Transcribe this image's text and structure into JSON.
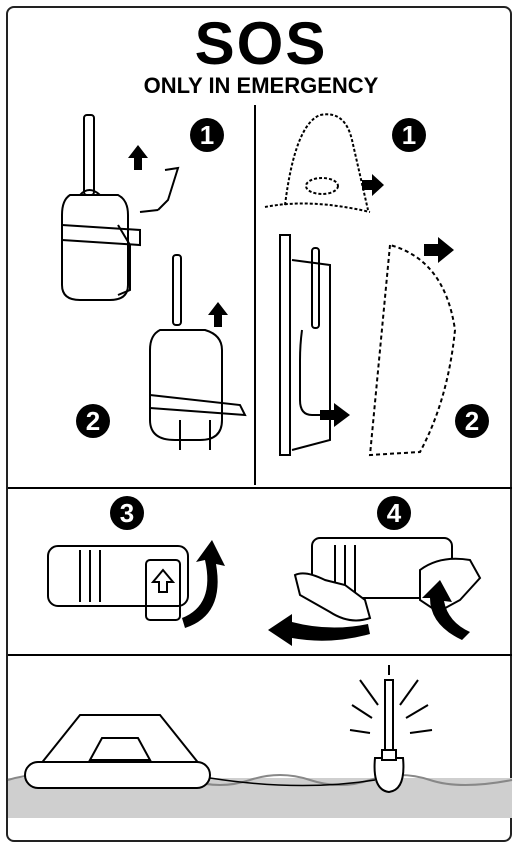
{
  "header": {
    "title": "SOS",
    "subtitle": "ONLY IN EMERGENCY"
  },
  "steps": {
    "panel_a_step1": "1",
    "panel_a_step2": "2",
    "panel_b_step1": "1",
    "panel_b_step2": "2",
    "panel_c_step3": "3",
    "panel_d_step4": "4"
  },
  "icons": [
    "up-arrow-icon",
    "right-arrow-icon",
    "curved-arrow-icon",
    "hand-icon",
    "beacon-icon",
    "life-raft-icon"
  ]
}
